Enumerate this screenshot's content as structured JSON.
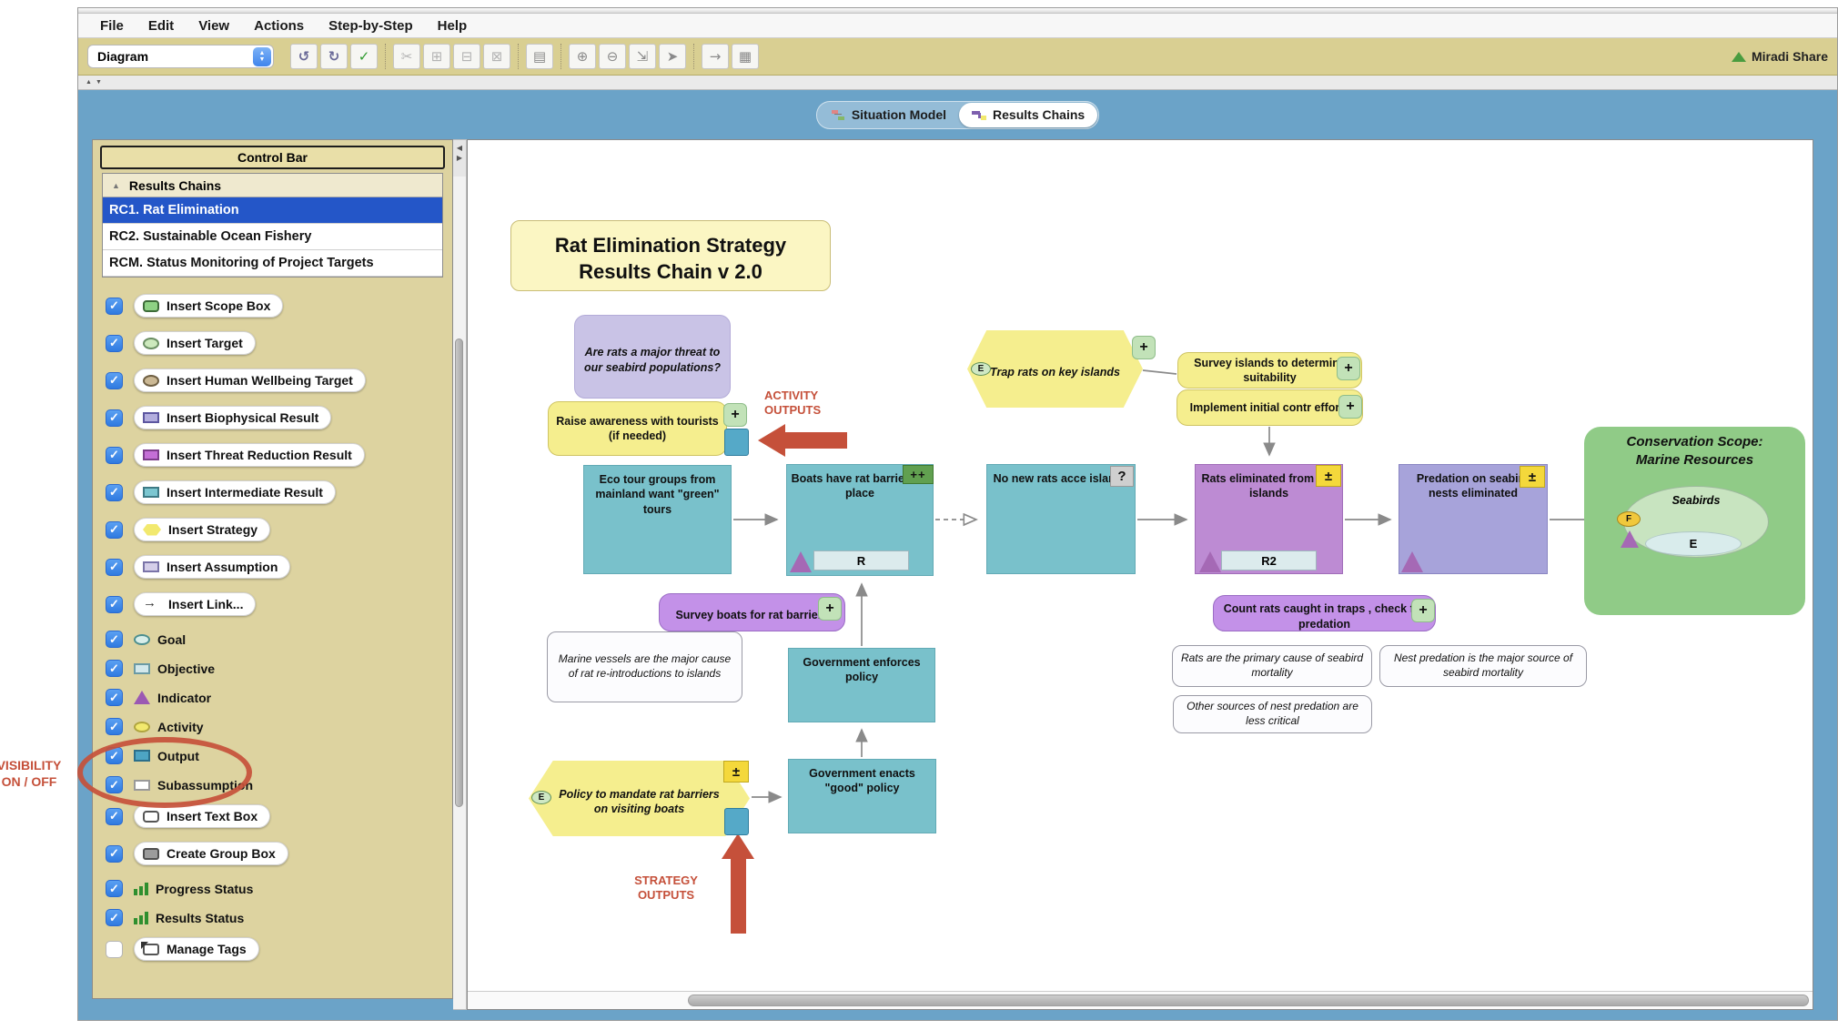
{
  "menu_bar": {
    "items": [
      "File",
      "Edit",
      "View",
      "Actions",
      "Step-by-Step",
      "Help"
    ]
  },
  "toolbar": {
    "view_selector": "Diagram",
    "share_label": "Miradi Share",
    "groups": [
      [
        {
          "name": "undo-icon",
          "glyph": "↺"
        },
        {
          "name": "redo-icon",
          "glyph": "↻"
        },
        {
          "name": "spell-check-icon",
          "glyph": "✓"
        }
      ],
      [
        {
          "name": "cut-icon",
          "glyph": "✂"
        },
        {
          "name": "copy-icon",
          "glyph": "⊞"
        },
        {
          "name": "paste-icon",
          "glyph": "⊟"
        },
        {
          "name": "delete-icon",
          "glyph": "⊠"
        }
      ],
      [
        {
          "name": "print-icon",
          "glyph": "▤"
        }
      ],
      [
        {
          "name": "zoom-in-icon",
          "glyph": "⊕"
        },
        {
          "name": "zoom-out-icon",
          "glyph": "⊖"
        },
        {
          "name": "zoom-fit-icon",
          "glyph": "⇲"
        },
        {
          "name": "pointer-icon",
          "glyph": "➤"
        }
      ],
      [
        {
          "name": "insert-link-icon",
          "glyph": "→"
        },
        {
          "name": "diagram-mode-icon",
          "glyph": "▦"
        }
      ]
    ]
  },
  "tabs": [
    {
      "label": "Situation Model",
      "active": false,
      "icon": "situation-model-icon"
    },
    {
      "label": "Results Chains",
      "active": true,
      "icon": "results-chains-icon"
    }
  ],
  "sidebar": {
    "title": "Control Bar",
    "list_header": "Results Chains",
    "chains": [
      {
        "label": "RC1. Rat Elimination",
        "selected": true
      },
      {
        "label": "RC2. Sustainable Ocean Fishery",
        "selected": false
      },
      {
        "label": "RCM. Status Monitoring of Project Targets",
        "selected": false
      }
    ],
    "toggles": [
      {
        "label": "Insert Scope Box",
        "icon": "scope-box",
        "pill": true,
        "checked": true
      },
      {
        "label": "Insert Target",
        "icon": "target-ellipse",
        "pill": true,
        "checked": true
      },
      {
        "label": "Insert Human Wellbeing Target",
        "icon": "hwb-ellipse",
        "pill": true,
        "checked": true
      },
      {
        "label": "Insert Biophysical Result",
        "icon": "biophysical-rect",
        "pill": true,
        "checked": true
      },
      {
        "label": "Insert Threat Reduction Result",
        "icon": "threat-rect",
        "pill": true,
        "checked": true
      },
      {
        "label": "Insert Intermediate Result",
        "icon": "intermediate-rect",
        "pill": true,
        "checked": true
      },
      {
        "label": "Insert Strategy",
        "icon": "strategy-hex",
        "pill": true,
        "checked": true
      },
      {
        "label": "Insert Assumption",
        "icon": "assumption-rect",
        "pill": true,
        "checked": true
      },
      {
        "label": "Insert Link...",
        "icon": "link-arrow",
        "pill": true,
        "checked": true
      },
      {
        "label": "Goal",
        "icon": "goal-ellipse",
        "pill": false,
        "checked": true
      },
      {
        "label": "Objective",
        "icon": "objective-rect",
        "pill": false,
        "checked": true
      },
      {
        "label": "Indicator",
        "icon": "indicator-triangle",
        "pill": false,
        "checked": true
      },
      {
        "label": "Activity",
        "icon": "activity-ellipse",
        "pill": false,
        "checked": true
      },
      {
        "label": "Output",
        "icon": "output-rect",
        "pill": false,
        "checked": true
      },
      {
        "label": "Subassumption",
        "icon": "subassumption-rect",
        "pill": false,
        "checked": true
      },
      {
        "label": "Insert Text Box",
        "icon": "textbox-rect",
        "pill": true,
        "checked": true
      },
      {
        "label": "Create Group Box",
        "icon": "groupbox-rect",
        "pill": true,
        "checked": true
      },
      {
        "label": "Progress Status",
        "icon": "bar-chart",
        "pill": false,
        "checked": true
      },
      {
        "label": "Results Status",
        "icon": "bar-chart",
        "pill": false,
        "checked": true
      },
      {
        "label": "Manage Tags",
        "icon": "tag",
        "pill": true,
        "checked": false
      }
    ]
  },
  "annotations": {
    "visibility": "VISIBILITY\nON / OFF",
    "activity_outputs": "ACTIVITY\nOUTPUTS",
    "strategy_outputs": "STRATEGY\nOUTPUTS"
  },
  "diagram": {
    "title": "Rat Elimination Strategy\nResults Chain v 2.0",
    "nodes": {
      "q_assumption": "Are rats a major threat to our seabird populations?",
      "raise_awareness": "Raise awareness with tourists (if needed)",
      "eco_tour": "Eco tour groups from mainland want \"green\" tours",
      "boats_barriers": "Boats have rat barriers in place",
      "no_new_rats": "No new rats acce islands",
      "rats_eliminated": "Rats eliminated from key islands",
      "predation_eliminated": "Predation on seabird nests eliminated",
      "scope_title": "Conservation Scope:\nMarine Resources",
      "seabirds": "Seabirds",
      "trap_rats": "Trap rats on key islands",
      "survey_islands": "Survey islands to determine suitability",
      "implement_initial": "Implement initial contr efforts",
      "survey_boats": "Survey boats for rat barriers",
      "marine_vessels": "Marine vessels are the major cause of rat re-introductions to islands",
      "gov_enforces": "Government enforces policy",
      "gov_enacts": "Government enacts \"good\" policy",
      "policy_mandate": "Policy to mandate rat barriers on visiting boats",
      "count_rats": "Count rats caught in traps , check for predation",
      "rats_primary": "Rats are the primary cause of seabird mortality",
      "nest_predation": "Nest predation is the major source of seabird mortality",
      "other_sources": "Other sources of nest predation are less critical"
    },
    "badges": {
      "plus": "+",
      "plus_plus": "++",
      "question": "?",
      "plus_minus": "±",
      "e": "E",
      "f": "F",
      "r": "R",
      "r2": "R2",
      "seabirds_e": "E"
    }
  },
  "colors": {
    "annotation_red": "#c5503a",
    "selection_blue": "#2456c8",
    "panel_tan": "#ddd3a0",
    "frame_blue": "#6ba3c8",
    "intermediate_teal": "#79c1cb",
    "threat_purple": "#bd8bd3",
    "biophysical_lavender": "#a7a3da",
    "strategy_yellow": "#f5ee8e",
    "scope_green": "#90cb87"
  }
}
